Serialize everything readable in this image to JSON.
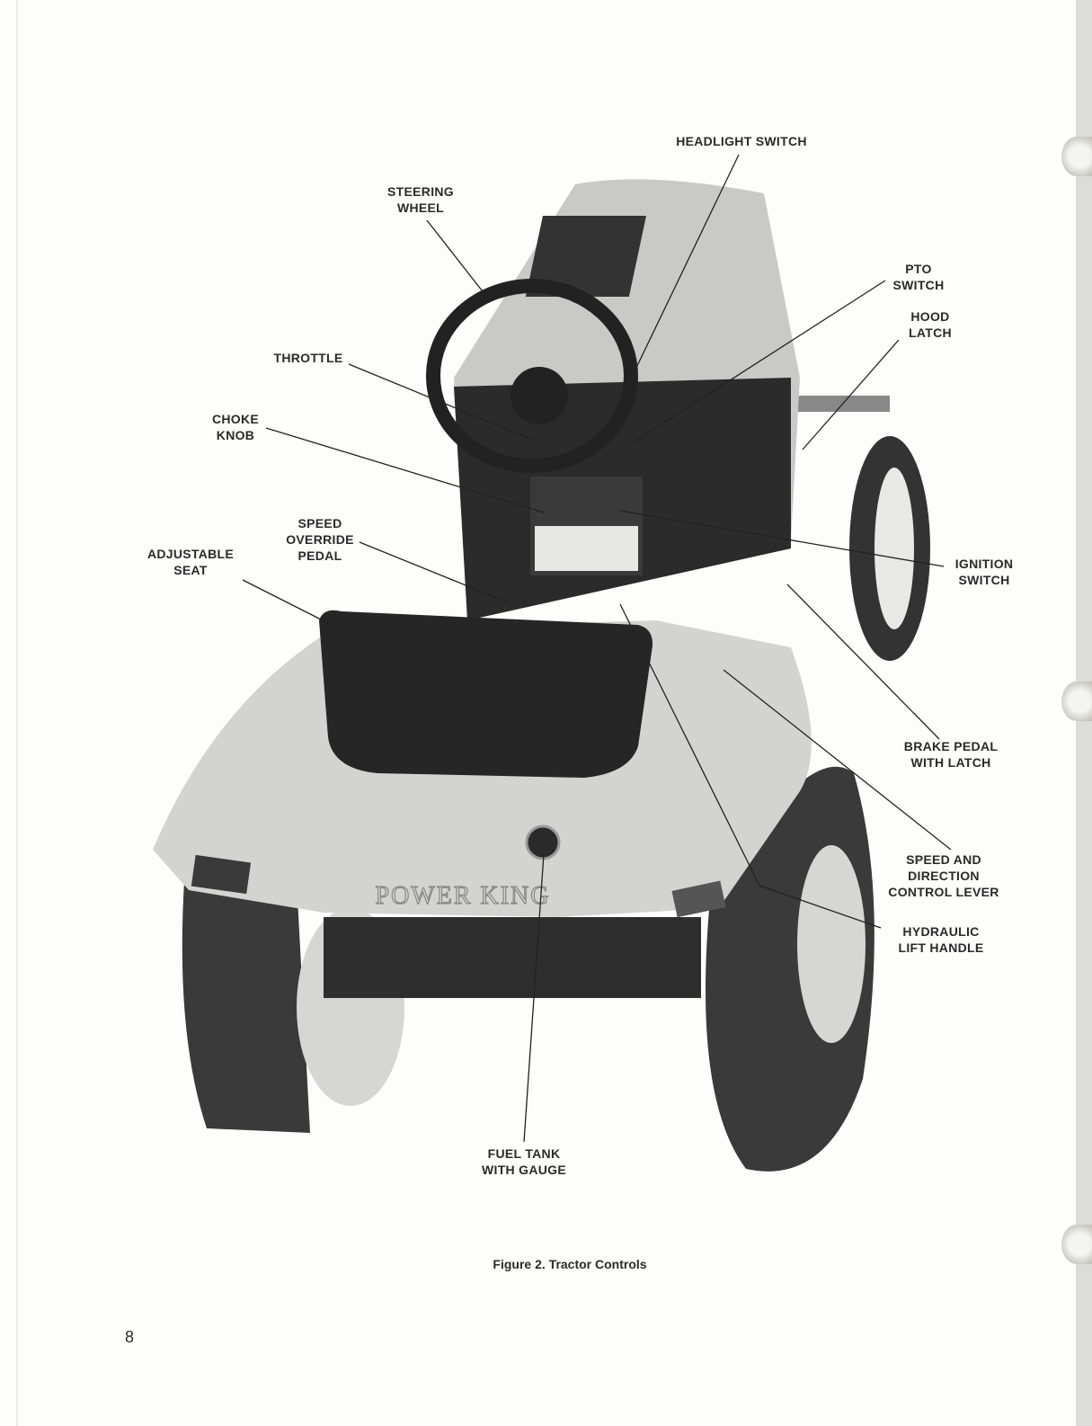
{
  "figure": {
    "caption": "Figure 2. Tractor Controls",
    "logo_text": "POWER KING",
    "callouts": [
      {
        "id": "headlight-switch",
        "lines": [
          "HEADLIGHT SWITCH"
        ]
      },
      {
        "id": "steering-wheel",
        "lines": [
          "STEERING",
          "WHEEL"
        ]
      },
      {
        "id": "pto-switch",
        "lines": [
          "PTO",
          "SWITCH"
        ]
      },
      {
        "id": "hood-latch",
        "lines": [
          "HOOD",
          "LATCH"
        ]
      },
      {
        "id": "throttle",
        "lines": [
          "THROTTLE"
        ]
      },
      {
        "id": "choke-knob",
        "lines": [
          "CHOKE",
          "KNOB"
        ]
      },
      {
        "id": "speed-override-pedal",
        "lines": [
          "SPEED",
          "OVERRIDE",
          "PEDAL"
        ]
      },
      {
        "id": "adjustable-seat",
        "lines": [
          "ADJUSTABLE",
          "SEAT"
        ]
      },
      {
        "id": "ignition-switch",
        "lines": [
          "IGNITION",
          "SWITCH"
        ]
      },
      {
        "id": "brake-pedal",
        "lines": [
          "BRAKE PEDAL",
          "WITH LATCH"
        ]
      },
      {
        "id": "speed-direction-lever",
        "lines": [
          "SPEED AND",
          "DIRECTION",
          "CONTROL LEVER"
        ]
      },
      {
        "id": "hydraulic-lift-handle",
        "lines": [
          "HYDRAULIC",
          "LIFT HANDLE"
        ]
      },
      {
        "id": "fuel-tank",
        "lines": [
          "FUEL TANK",
          "WITH GAUGE"
        ]
      }
    ]
  },
  "page_number": "8"
}
